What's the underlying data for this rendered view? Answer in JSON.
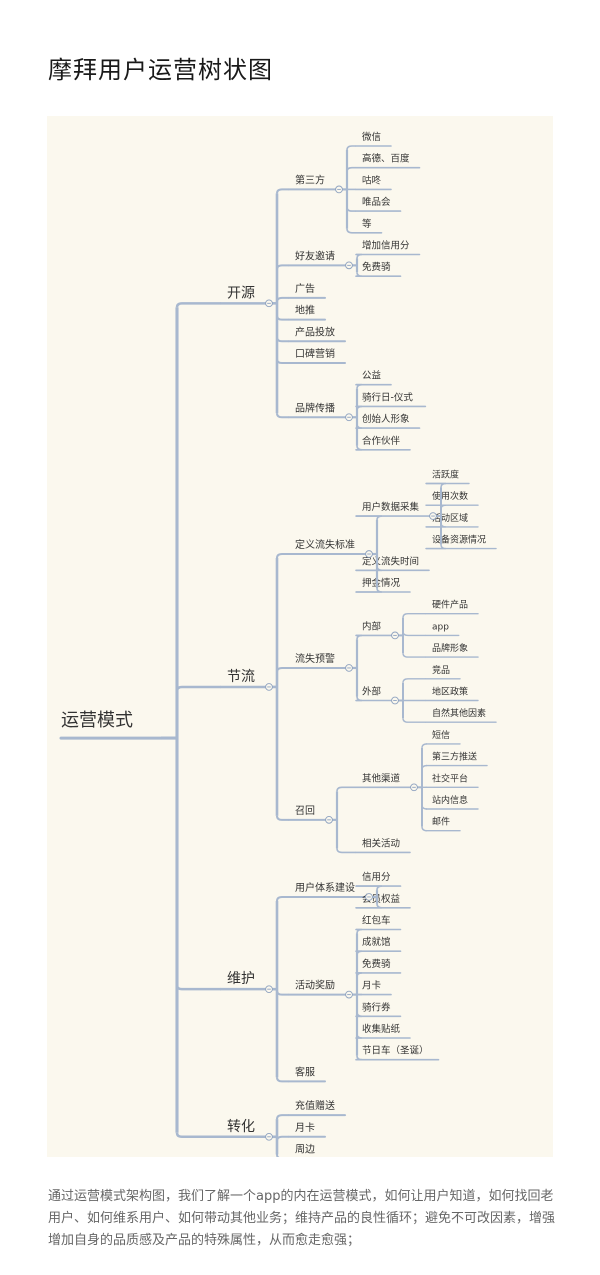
{
  "page": {
    "title": "摩拜用户运营树状图",
    "caption": "通过运营模式架构图，我们了解一个app的内在运营模式，如何让用户知道，如何找回老用户、如何维系用户、如何带动其他业务；维持产品的良性循环；避免不可改因素，增强增加自身的品质感及产品的特殊属性，从而愈走愈强；"
  },
  "colors": {
    "background": "#fbf8ee",
    "line": "#a8b8cf",
    "text": "#333333",
    "collapse_icon": "#8fa3c0"
  },
  "icons": {
    "collapse": "minus-circle-icon",
    "collapse_glyph": "−"
  },
  "tree": {
    "label": "运营模式",
    "children": [
      {
        "label": "开源",
        "children": [
          {
            "label": "第三方",
            "children": [
              {
                "label": "微信"
              },
              {
                "label": "高德、百度"
              },
              {
                "label": "咕咚"
              },
              {
                "label": "唯品会"
              },
              {
                "label": "等"
              }
            ]
          },
          {
            "label": "好友邀请",
            "children": [
              {
                "label": "增加信用分"
              },
              {
                "label": "免费骑"
              }
            ]
          },
          {
            "label": "广告"
          },
          {
            "label": "地推"
          },
          {
            "label": "产品投放"
          },
          {
            "label": "口碑营销"
          },
          {
            "label": "品牌传播",
            "children": [
              {
                "label": "公益"
              },
              {
                "label": "骑行日-仪式"
              },
              {
                "label": "创始人形象"
              },
              {
                "label": "合作伙伴"
              }
            ]
          }
        ]
      },
      {
        "label": "节流",
        "children": [
          {
            "label": "定义流失标准",
            "children": [
              {
                "label": "用户数据采集",
                "children": [
                  {
                    "label": "活跃度"
                  },
                  {
                    "label": "使用次数"
                  },
                  {
                    "label": "活动区域"
                  },
                  {
                    "label": "设备资源情况"
                  }
                ]
              },
              {
                "label": "定义流失时间"
              },
              {
                "label": "押金情况"
              }
            ]
          },
          {
            "label": "流失预警",
            "children": [
              {
                "label": "内部",
                "children": [
                  {
                    "label": "硬件产品"
                  },
                  {
                    "label": "app"
                  },
                  {
                    "label": "品牌形象"
                  }
                ]
              },
              {
                "label": "外部",
                "children": [
                  {
                    "label": "竞品"
                  },
                  {
                    "label": "地区政策"
                  },
                  {
                    "label": "自然其他因素"
                  }
                ]
              }
            ]
          },
          {
            "label": "召回",
            "children": [
              {
                "label": "其他渠道",
                "children": [
                  {
                    "label": "短信"
                  },
                  {
                    "label": "第三方推送"
                  },
                  {
                    "label": "社交平台"
                  },
                  {
                    "label": "站内信息"
                  },
                  {
                    "label": "邮件"
                  }
                ]
              },
              {
                "label": "相关活动"
              }
            ]
          }
        ]
      },
      {
        "label": "维护",
        "children": [
          {
            "label": "用户体系建设",
            "children": [
              {
                "label": "信用分"
              },
              {
                "label": "会员权益"
              }
            ]
          },
          {
            "label": "活动奖励",
            "children": [
              {
                "label": "红包车"
              },
              {
                "label": "成就馆"
              },
              {
                "label": "免费骑"
              },
              {
                "label": "月卡"
              },
              {
                "label": "骑行券"
              },
              {
                "label": "收集贴纸"
              },
              {
                "label": "节日车（圣诞）"
              }
            ]
          },
          {
            "label": "客服"
          }
        ]
      },
      {
        "label": "转化",
        "children": [
          {
            "label": "充值赠送"
          },
          {
            "label": "月卡"
          },
          {
            "label": "周边"
          }
        ]
      }
    ]
  }
}
